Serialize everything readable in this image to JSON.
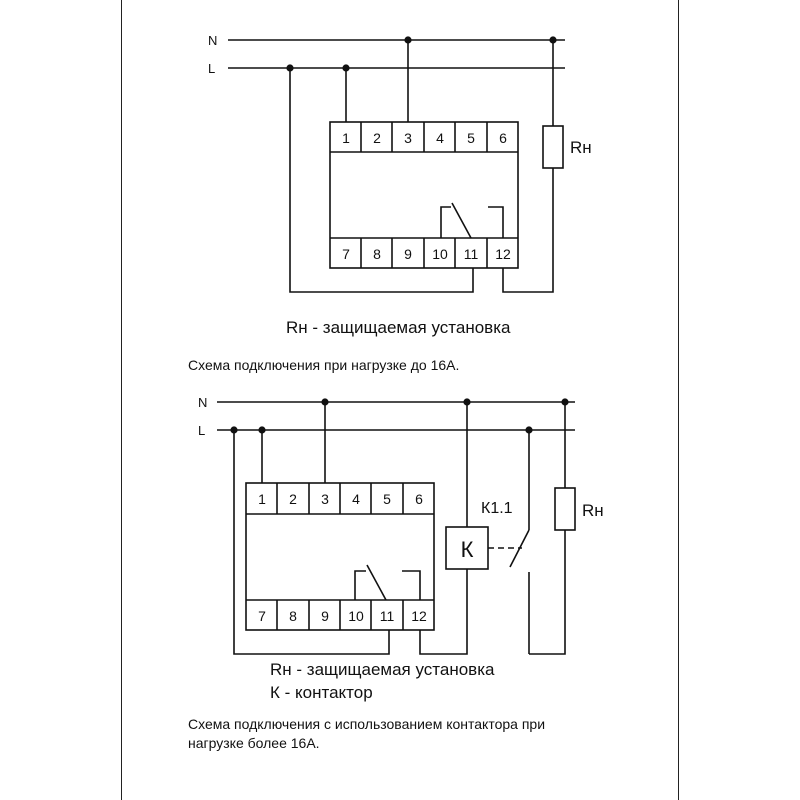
{
  "diagram1": {
    "line_n": "N",
    "line_l": "L",
    "top_terminals": [
      "1",
      "2",
      "3",
      "4",
      "5",
      "6"
    ],
    "bottom_terminals": [
      "7",
      "8",
      "9",
      "10",
      "11",
      "12"
    ],
    "load_label": "Rн",
    "legend": "Rн - защищаемая установка",
    "caption": "Схема подключения при нагрузке до 16А."
  },
  "diagram2": {
    "line_n": "N",
    "line_l": "L",
    "top_terminals": [
      "1",
      "2",
      "3",
      "4",
      "5",
      "6"
    ],
    "bottom_terminals": [
      "7",
      "8",
      "9",
      "10",
      "11",
      "12"
    ],
    "contactor_coil": "К",
    "contactor_contact": "К1.1",
    "load_label": "Rн",
    "legend_line1": "Rн - защищаемая установка",
    "legend_line2": "К - контактор",
    "caption_line1": "Схема  подключения  с  использованием  контактора  при",
    "caption_line2": "нагрузке более 16А."
  }
}
